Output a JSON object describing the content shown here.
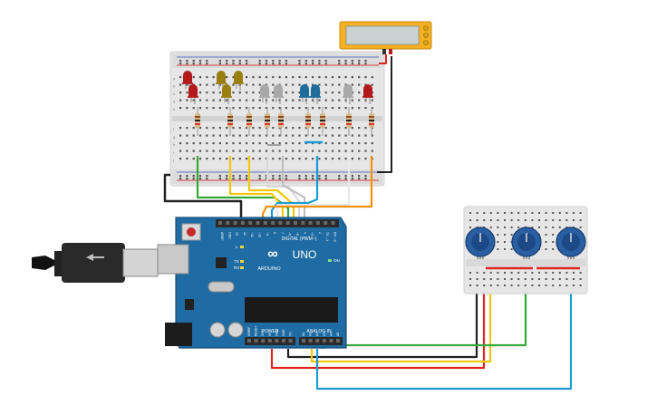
{
  "board": {
    "brand_text": "ARDUINO",
    "model_text": "UNO",
    "digital_label": "DIGITAL (PWM~)",
    "power_label": "POWER",
    "analog_label": "ANALOG IN",
    "on_label": "ON",
    "tx_label": "TX",
    "rx_label": "RX",
    "l_label": "L",
    "infinity_symbol": "∞",
    "digital_pins": [
      "AREF",
      "GND",
      "13",
      "12",
      "~11",
      "~10",
      "~9",
      "8",
      "7",
      "~6",
      "~5",
      "4",
      "~3",
      "2",
      "TX→1",
      "RX←0"
    ],
    "power_pins": [
      "IOREF",
      "RESET",
      "3V3",
      "5V",
      "GND",
      "GND",
      "Vin"
    ],
    "analog_pins": [
      "A0",
      "A1",
      "A2",
      "A3",
      "A4",
      "A5"
    ]
  },
  "breadboard_rows": [
    "a",
    "b",
    "c",
    "d",
    "e",
    "f",
    "g",
    "h",
    "i",
    "j"
  ],
  "leds": [
    {
      "color": "#b3191b"
    },
    {
      "color": "#b3191b"
    },
    {
      "color": "#9a7f10"
    },
    {
      "color": "#9a7f10"
    },
    {
      "color": "#9a7f10"
    },
    {
      "color": "#a8a8a8"
    },
    {
      "color": "#a8a8a8"
    },
    {
      "color": "#1e6d9b"
    },
    {
      "color": "#1e6d9b"
    },
    {
      "color": "#a8a8a8"
    },
    {
      "color": "#b3191b"
    }
  ],
  "wire_colors": {
    "black": "#222222",
    "red": "#e0251f",
    "yellow": "#f2c80c",
    "green": "#36a83a",
    "blue": "#1c9bd1",
    "orange": "#f0920d",
    "white": "#f4f4f4",
    "gray": "#b0b0b0"
  },
  "potentiometer_count": 3,
  "icons": [
    "usb-cable-icon",
    "lcd-display-icon",
    "reset-button-icon",
    "potentiometer-icon"
  ]
}
